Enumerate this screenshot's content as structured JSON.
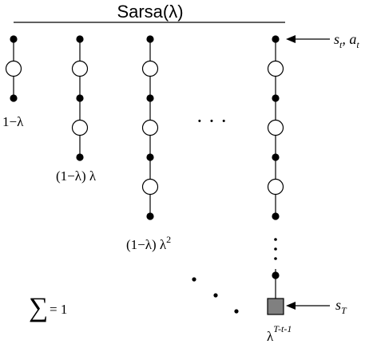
{
  "title": "Sarsa(λ)",
  "weights": {
    "w1": "1−λ",
    "w2": "(1−λ) λ",
    "w3_base": "(1−λ) λ",
    "w3_exp": "2",
    "final_base": "λ",
    "final_exp": "T-t-1"
  },
  "labels": {
    "start_s": "s",
    "start_t1": "t",
    "start_comma": ", ",
    "start_a": "a",
    "start_t2": "t",
    "terminal_s": "s",
    "terminal_T": "T",
    "sum_symbol": "∑",
    "sum_eq": "= 1"
  },
  "ellipsis": "· · ·",
  "colors": {
    "line": "#000000",
    "state_node": "#000000",
    "action_node_fill": "#ffffff",
    "terminal_fill": "#808080"
  }
}
